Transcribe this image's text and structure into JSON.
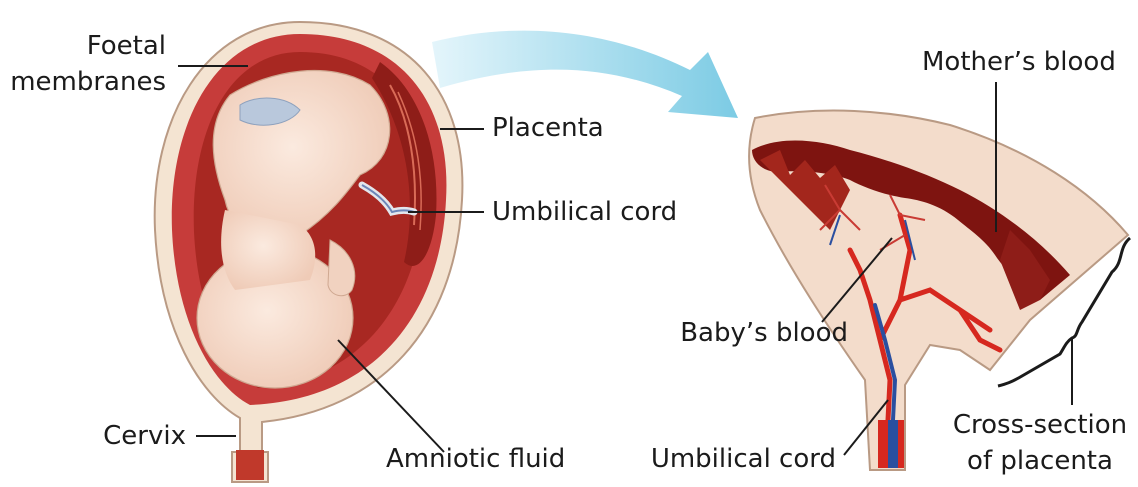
{
  "diagram": {
    "left_panel": {
      "labels": {
        "foetal_membranes_1": "Foetal",
        "foetal_membranes_2": "membranes",
        "placenta": "Placenta",
        "umbilical_cord": "Umbilical cord",
        "cervix": "Cervix",
        "amniotic_fluid": "Amniotic fluid"
      }
    },
    "right_panel": {
      "labels": {
        "mothers_blood": "Mother’s blood",
        "babys_blood": "Baby’s blood",
        "umbilical_cord": "Umbilical cord",
        "cross_section_1": "Cross-section",
        "cross_section_2": "of placenta"
      }
    },
    "colors": {
      "uterus_wall": "#c63c3a",
      "dark_blood": "#7e1410",
      "baby_skin": "#f6dccd",
      "membrane": "#f2dcc8",
      "arrow": "#8fd3e8",
      "vein_blue": "#2a4fa0",
      "artery_red": "#d6281f"
    }
  }
}
